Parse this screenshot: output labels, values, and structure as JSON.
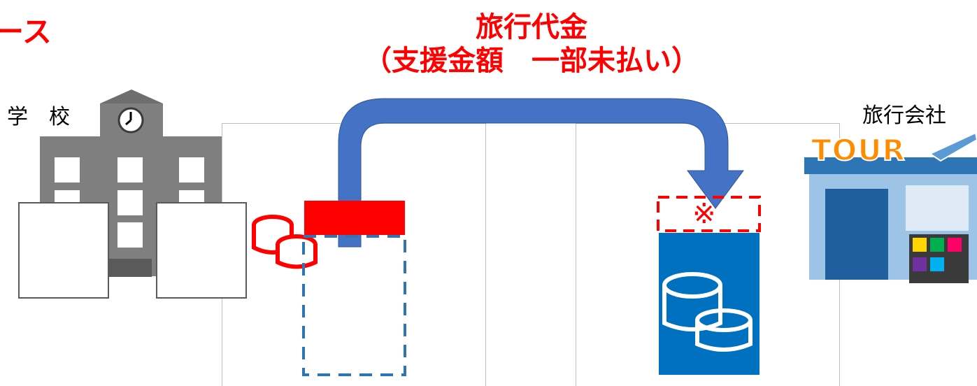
{
  "heading": {
    "text": "ース"
  },
  "arrow_label": {
    "line1": "旅行代金",
    "line2": "（支援金額　一部未払い）"
  },
  "school": {
    "label": "学　校"
  },
  "agency": {
    "label": "旅行会社",
    "sign_text": "TOUR"
  },
  "unpaid_mark": {
    "symbol": "※"
  },
  "colors": {
    "red": "#ff0000",
    "arrow_blue": "#4472c4",
    "box_blue": "#0070c0",
    "dashed_blue": "#2e75b6",
    "panel_border": "#bfbfbf"
  },
  "icons": [
    "school-building-icon",
    "clock-icon",
    "red-coins-icon",
    "white-coins-icon",
    "travel-agency-icon",
    "airplane-icon"
  ]
}
